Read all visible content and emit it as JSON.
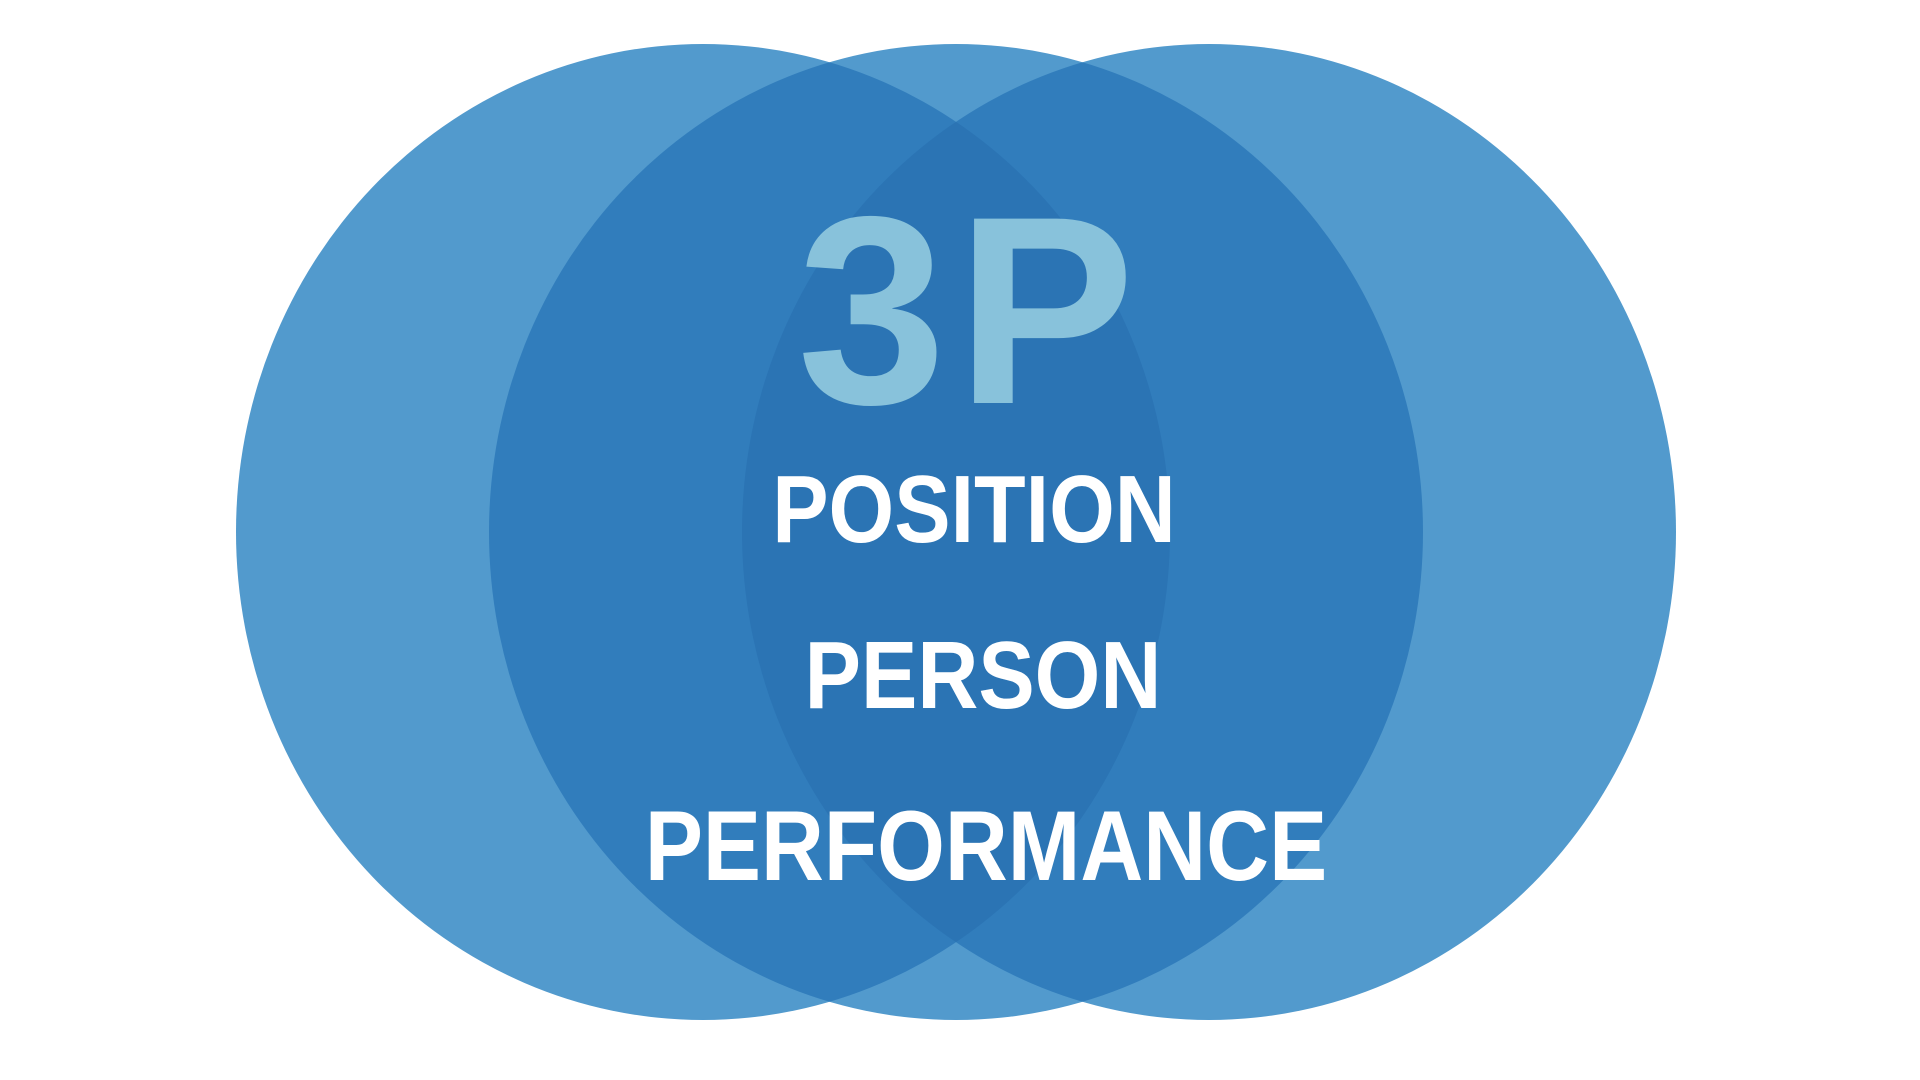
{
  "diagram": {
    "title": "3P",
    "labels": [
      "POSITION",
      "PERSON",
      "PERFORMANCE"
    ],
    "colors": {
      "background": "#FFFFFF",
      "circle_fill": "#529ACD",
      "overlap_two_fill": "#317DBC",
      "overlap_three_fill": "#2B74B4",
      "title_fill": "#88C2DB",
      "label_fill": "#FFFFFF"
    }
  }
}
